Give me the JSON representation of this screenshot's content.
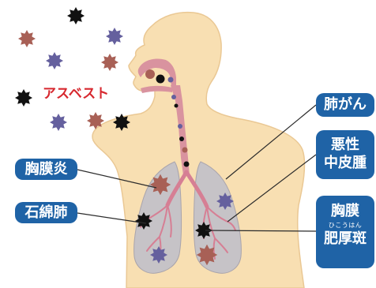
{
  "labels": {
    "asbestos": "アスベスト",
    "lung_cancer": "肺がん",
    "mesothelioma_line1": "悪性",
    "mesothelioma_line2": "中皮腫",
    "pleurisy": "胸膜炎",
    "asbestosis": "石綿肺",
    "plaque_line1": "胸膜",
    "plaque_ruby": "ひこうはん",
    "plaque_line2": "肥厚斑"
  },
  "colors": {
    "label_background": "#1f63a6",
    "label_text": "#ffffff",
    "asbestos_text": "#d7282f",
    "skin": "#f8dfb2",
    "skin_outline": "#eac894",
    "airway": "#d9939f",
    "lung_fill": "#c6c3c7",
    "fiber_brown": "#a86056",
    "fiber_purple": "#65609e",
    "fiber_black": "#111111"
  },
  "icons": {
    "particles": [
      "brown-fiber-icon",
      "purple-fiber-icon",
      "black-fiber-icon"
    ]
  }
}
